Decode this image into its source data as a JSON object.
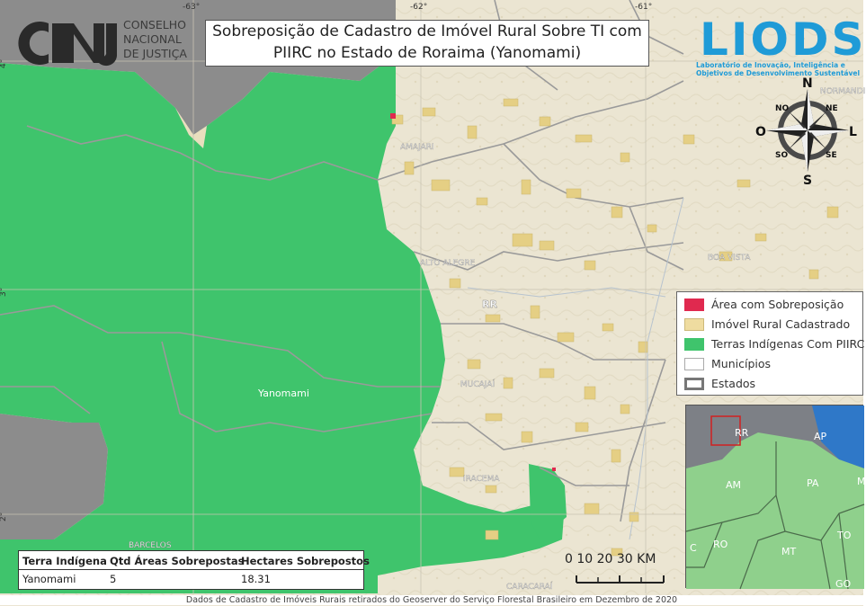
{
  "org": {
    "lines": [
      "CONSELHO",
      "NACIONAL",
      "DE JUSTIÇA"
    ]
  },
  "title": {
    "line1": "Sobreposição de Cadastro de Imóvel Rural Sobre TI com",
    "line2": "PIIRC no Estado de Roraima (Yanomami)"
  },
  "lab": {
    "name": "LIODS",
    "subtitle_line1": "Laboratório de Inovação, Inteligência e",
    "subtitle_line2": "Objetivos de Desenvolvimento Sustentável"
  },
  "compass": {
    "n": "N",
    "s": "S",
    "l": "L",
    "o": "O",
    "ne": "NE",
    "no": "NO",
    "se": "SE",
    "so": "SO"
  },
  "graticule": {
    "lon_labels": [
      "-63°",
      "-62°",
      "-61°"
    ],
    "lat_labels": [
      "4°",
      "3°",
      "2°"
    ]
  },
  "places": {
    "amajari": "AMAJARI",
    "alto_alegre": "ALTO ALEGRE",
    "boa_vista": "BOA VISTA",
    "normandia": "NORMANDI",
    "rr": "RR",
    "mucajai": "MUCAJAÍ",
    "iracema": "IRACEMA",
    "barcelos": "BARCELOS",
    "caracarai": "CARACARAÍ",
    "yanomami": "Yanomami"
  },
  "legend": {
    "items": [
      {
        "label": "Área com Sobreposição",
        "color": "#e0294f"
      },
      {
        "label": "Imóvel Rural Cadastrado",
        "color": "#efdca0"
      },
      {
        "label": "Terras Indígenas Com PIIRC",
        "color": "#3fc46c"
      },
      {
        "label": "Municípios",
        "color": "#ffffff"
      },
      {
        "label": "Estados",
        "color": "#ffffff"
      }
    ]
  },
  "inset": {
    "labels": {
      "rr": "RR",
      "ap": "AP",
      "am": "AM",
      "pa": "PA",
      "ro": "RO",
      "mt": "MT",
      "to": "TO",
      "go": "GO",
      "ac": "C",
      "ma": "M"
    }
  },
  "table": {
    "headers": [
      "Terra Indígena",
      "Qtd Áreas Sobrepostas",
      "Hectares Sobrepostos"
    ],
    "rows": [
      [
        "Yanomami",
        "5",
        "18.31"
      ]
    ]
  },
  "scale": {
    "label": "0  10 20 30 KM"
  },
  "credit": "Dados de Cadastro de Imóveis Rurais retirados do Geoserver do Serviço Florestal Brasileiro em Dezembro de 2020",
  "colors": {
    "ti": "#3fc46c",
    "terrain": "#ece6d4",
    "venezuela": "#8a8a8a",
    "property": "#e9d58f",
    "overlap": "#e0294f",
    "inset_states": "#8fd08c",
    "inset_sea": "#2f78c8"
  }
}
